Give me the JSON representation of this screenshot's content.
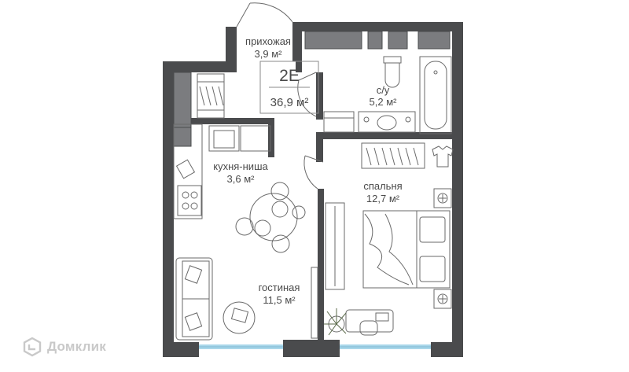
{
  "plan": {
    "apartment_code": "2E",
    "total_area": "36,9 м²",
    "rooms": [
      {
        "id": "hallway",
        "name": "прихожая",
        "area": "3,9 м²"
      },
      {
        "id": "bathroom",
        "name": "с/у",
        "area": "5,2 м²"
      },
      {
        "id": "kitchen",
        "name": "кухня-ниша",
        "area": "3,6 м²"
      },
      {
        "id": "bedroom",
        "name": "спальня",
        "area": "12,7 м²"
      },
      {
        "id": "living",
        "name": "гостиная",
        "area": "11,5 м²"
      }
    ]
  },
  "colors": {
    "wall": "#4a4b4d",
    "window": "#a9d7ea",
    "furniture_line": "#6a6a6a",
    "text": "#4a4a4a",
    "watermark": "#c9c9c9"
  },
  "watermark": {
    "text": "Домклик",
    "icon": "domclick-logo-icon"
  }
}
